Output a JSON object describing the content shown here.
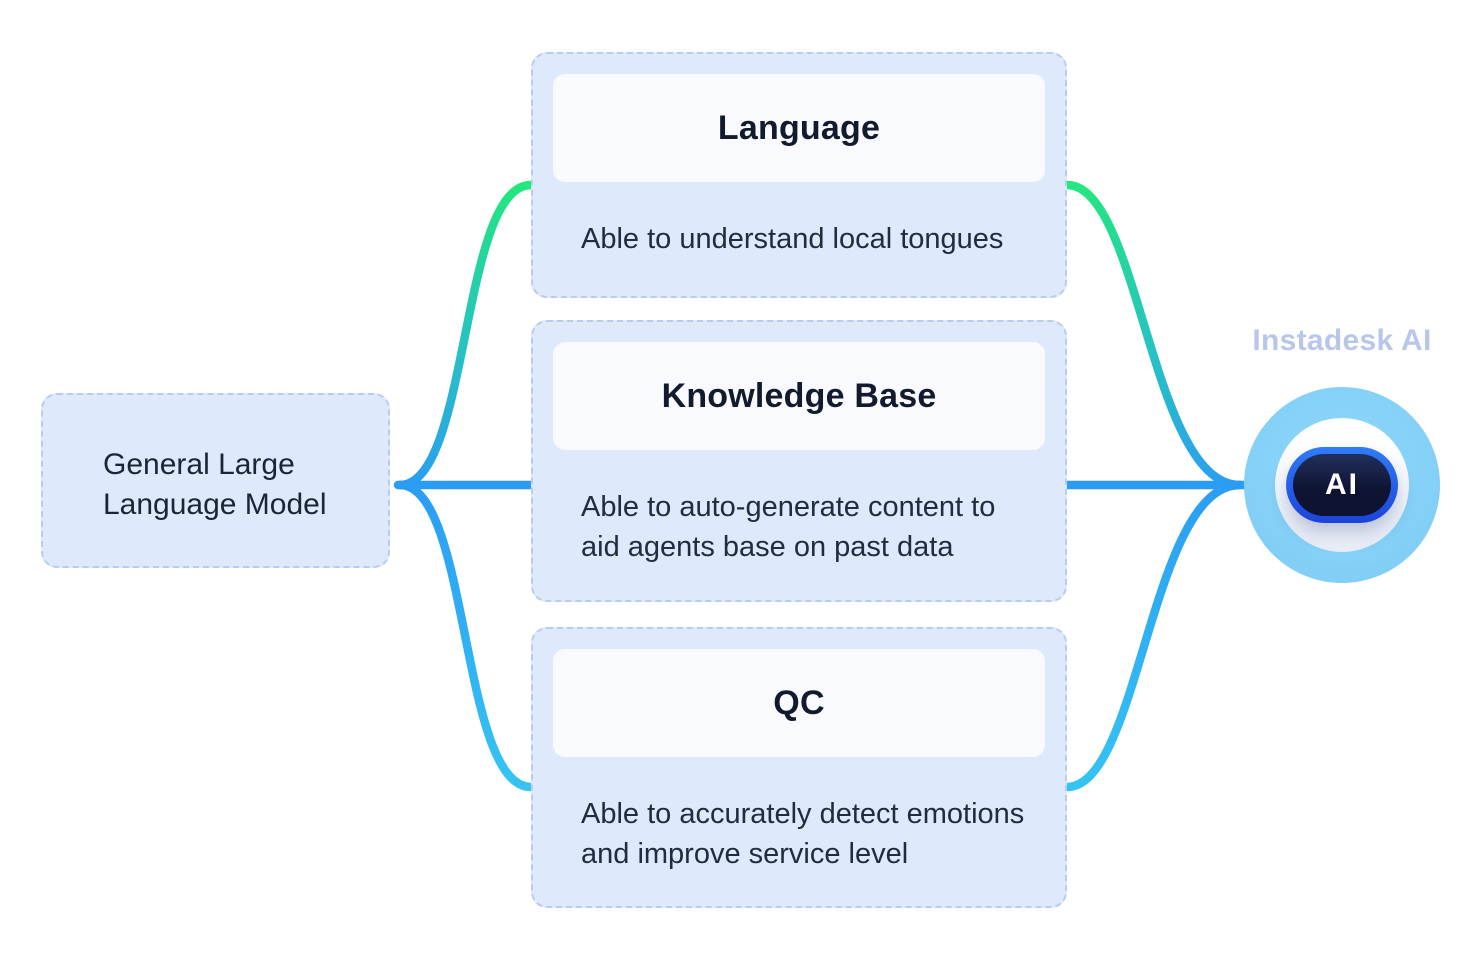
{
  "diagram": {
    "source": {
      "lines": [
        "General Large",
        "Language Model"
      ]
    },
    "capabilities": [
      {
        "title": "Language",
        "desc_lines": [
          "Able to understand local tongues"
        ]
      },
      {
        "title": "Knowledge Base",
        "desc_lines": [
          "Able to auto-generate content to",
          "aid agents base on past data"
        ]
      },
      {
        "title": "QC",
        "desc_lines": [
          "Able to accurately detect emotions",
          "and improve service level"
        ]
      }
    ],
    "target": {
      "label": "Instadesk AI",
      "badge_text": "AI"
    },
    "colors": {
      "node_fill": "#dee9fb",
      "node_border": "#b6cdf1",
      "header_fill": "#f8fafe",
      "text_dark": "#1b2534",
      "connector_blue": "#2b9cf3",
      "connector_green": "#23e87b",
      "connector_cyan": "#35c5f2",
      "hub_circle_fill": "#84d0f7",
      "hub_ring_top": "#2f7cf8",
      "hub_ring_bottom": "#1c43da",
      "hub_pill_fill": "#0d1330",
      "hub_label_color": "#b7c6ea"
    }
  }
}
